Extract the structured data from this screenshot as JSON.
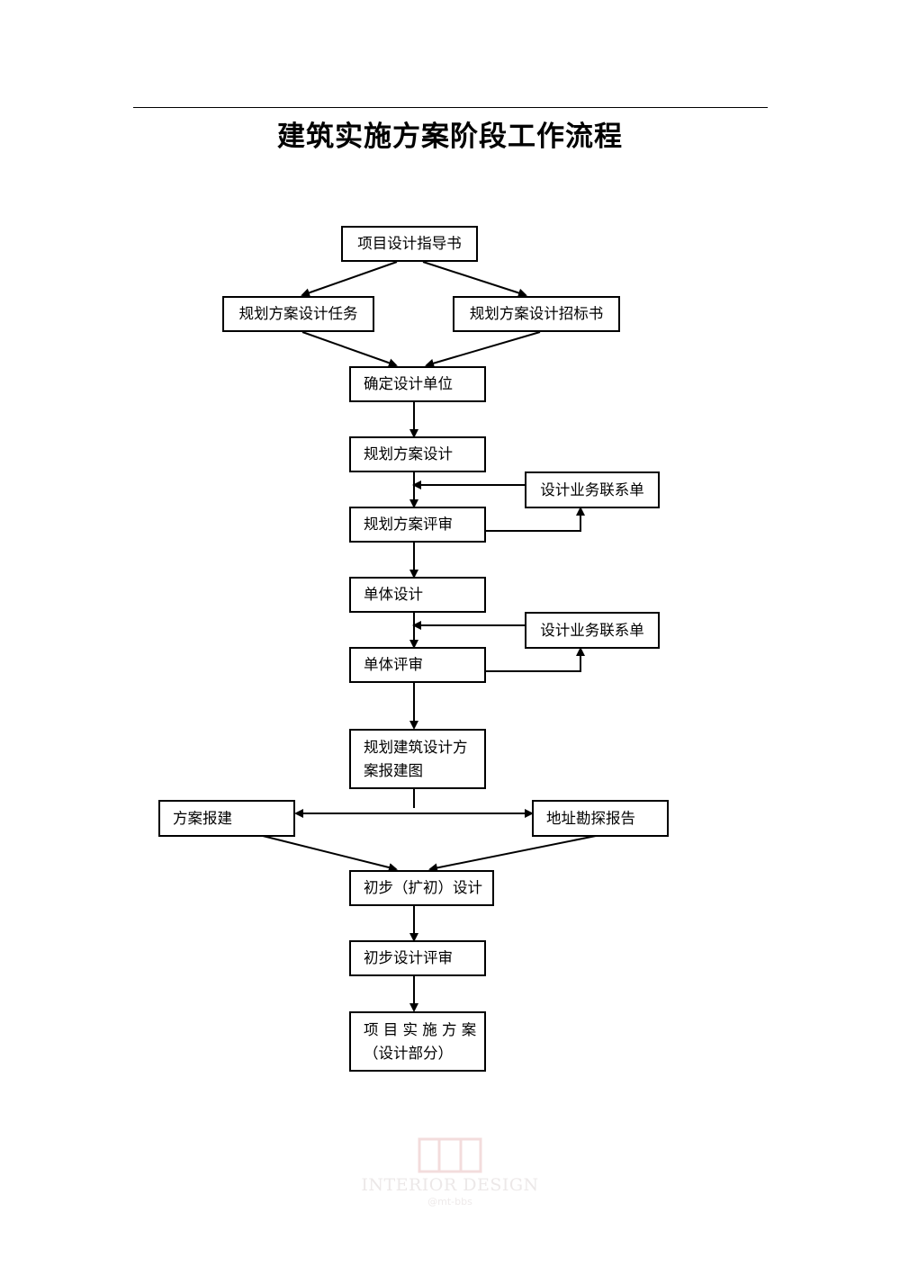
{
  "title": "建筑实施方案阶段工作流程",
  "nodes": {
    "design_guide": "项目设计指导书",
    "plan_task": "规划方案设计任务",
    "plan_tender": "规划方案设计招标书",
    "confirm_unit": "确定设计单位",
    "plan_design": "规划方案设计",
    "liaison_1": "设计业务联系单",
    "plan_review": "规划方案评审",
    "unit_design": "单体设计",
    "liaison_2": "设计业务联系单",
    "unit_review": "单体评审",
    "report_drawing_l1": "规划建筑设计方",
    "report_drawing_l2": "案报建图",
    "scheme_report": "方案报建",
    "survey_report": "地址勘探报告",
    "prelim_design": "初步（扩初）设计",
    "prelim_review": "初步设计评审",
    "impl_plan_l1": "项 目 实 施 方 案",
    "impl_plan_l2": "（设计部分）"
  },
  "watermark": {
    "text": "INTERIOR DESIGN",
    "sub": "@mt-bbs"
  }
}
